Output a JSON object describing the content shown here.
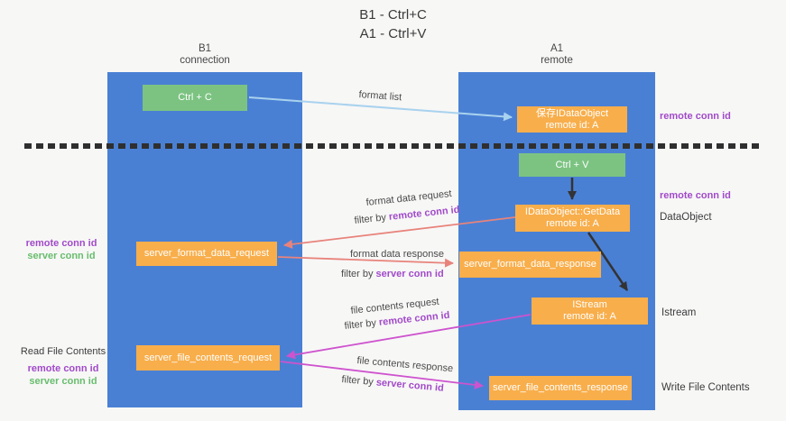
{
  "title": {
    "line1": "B1 - Ctrl+C",
    "line2": "A1 - Ctrl+V"
  },
  "lanes": {
    "left": {
      "title": "B1",
      "subtitle": "connection"
    },
    "right": {
      "title": "A1",
      "subtitle": "remote"
    }
  },
  "nodes": {
    "ctrl_c": "Ctrl + C",
    "save_idataobject": {
      "line1": "保存IDataObject",
      "line2": "remote id: A"
    },
    "ctrl_v": "Ctrl + V",
    "getdata": {
      "line1": "IDataObject::GetData",
      "line2": "remote id: A"
    },
    "format_request": "server_format_data_request",
    "format_response": "server_format_data_response",
    "istream": {
      "line1": "IStream",
      "line2": "remote id: A"
    },
    "file_request": "server_file_contents_request",
    "file_response": "server_file_contents_response"
  },
  "arrow_labels": {
    "format_list": "format list",
    "format_request": "format data request",
    "format_request_filter_prefix": "filter by ",
    "format_request_filter_id": "remote conn id",
    "format_response": "format data response",
    "format_response_filter_prefix": "filter by ",
    "format_response_filter_id": "server conn id",
    "file_request": "file contents request",
    "file_request_filter_prefix": "filter by ",
    "file_request_filter_id": "remote conn id",
    "file_response": "file contents response",
    "file_response_filter_prefix": "filter by ",
    "file_response_filter_id": "server conn id"
  },
  "side_labels": {
    "right_remote_conn_id_1": "remote conn id",
    "right_remote_conn_id_2": "remote conn id",
    "right_dataobject": "DataObject",
    "right_istream": "Istream",
    "right_write_file": "Write File Contents",
    "left_remote_conn_id_1": "remote conn id",
    "left_server_conn_id_1": "server conn id",
    "left_read_file": "Read File Contents",
    "left_remote_conn_id_2": "remote conn id",
    "left_server_conn_id_2": "server conn id"
  },
  "colors": {
    "lane_blue": "#4a80d4",
    "node_green": "#7cc382",
    "node_orange": "#f8ae4b",
    "arrow_lightblue": "#a9d2ee",
    "arrow_black": "#333333",
    "arrow_salmon": "#e8837b",
    "arrow_magenta": "#ce53ce",
    "text_purple": "#a14ac9",
    "text_green": "#68bd6d",
    "text_dark": "#3b3b3b"
  }
}
